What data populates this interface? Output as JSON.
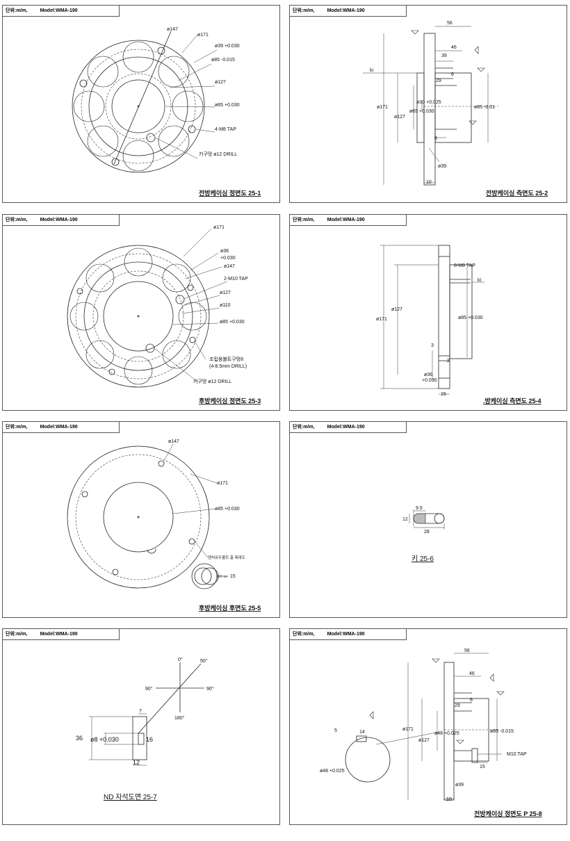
{
  "header": {
    "unit": "단위:m/m,",
    "model": "Model:WMA-190"
  },
  "p1": {
    "title": "전방케이싱 정면도 25-1",
    "d147": "ø147",
    "d171": "ø171",
    "d39": "ø39 +0.030",
    "d85": "ø85 -0.015",
    "d127": "ø127",
    "d65": "ø65 +0.030",
    "tap": "4-M8 TAP",
    "key": "키구멍 ø12 DRILL"
  },
  "p2": {
    "title": "전방케이싱 측면도 25-2",
    "l56": "56",
    "l46": "46",
    "l39": "39",
    "l6": "6",
    "l29": "29",
    "ki": "ki",
    "d171": "ø171",
    "d127": "ø127",
    "d30": "ø30 +0.025",
    "d65": "ø65 +0.030",
    "d85": "ø85 -0.01",
    "l3": "3",
    "d39": "ø39",
    "l10": "10"
  },
  "p3": {
    "title": "후방케이싱 정면도 25-3",
    "d171": "ø171",
    "d36a": "ø36",
    "d36b": "+0.030",
    "d147": "ø147",
    "tap": "2-M10 TAP",
    "d127": "ø127",
    "d110": "ø110",
    "d85": "ø85 +0.030",
    "bolt1": "조립용볼트구멍8",
    "bolt2": "(4-8.5mm DRILL)",
    "key": "키구멍 ø12 DRILL"
  },
  "p4": {
    "title": ".방케이싱 측면도 25-4",
    "tap": "8-M8 TAP",
    "ki": "ki",
    "d171": "ø171",
    "d127": "ø127",
    "d85": "ø85 +0.030",
    "l3": "3",
    "l2": "2",
    "d36a": "ø36",
    "d36b": "+0.030",
    "l15": "15"
  },
  "p5": {
    "title": "후방케이싱 후면도 25-5",
    "d147": "ø147",
    "d171": "ø171",
    "d85": "ø85 +0.030",
    "note": "렌치유두볼트 홈 측대도",
    "small": "볼트 16",
    "l15": "15"
  },
  "p6": {
    "title": "키 25-6",
    "l95": "9.5",
    "l12": "12",
    "l28": "28"
  },
  "p7": {
    "title": "ND 자석도면 25-7",
    "a0": "0°",
    "a50": "50°",
    "a90l": "90°",
    "a90r": "90°",
    "a180": "180°",
    "l7": "7",
    "l36": "36",
    "d8": "ø8 +0.030",
    "l16": "16",
    "l12": "12"
  },
  "p8": {
    "title": "전방케이싱 정면도 P 25-8",
    "l56": "56",
    "l46": "46",
    "l6": "6",
    "l29": "29",
    "d171": "ø171",
    "d48": "ø48 +0.025",
    "d127": "ø127",
    "d85": "ø85 -0.015",
    "tap": "M10 TAP",
    "l15": "15",
    "d39": "ø39",
    "l10": "10",
    "l5": "5",
    "l14": "14",
    "d48b": "ø48 +0.025"
  }
}
